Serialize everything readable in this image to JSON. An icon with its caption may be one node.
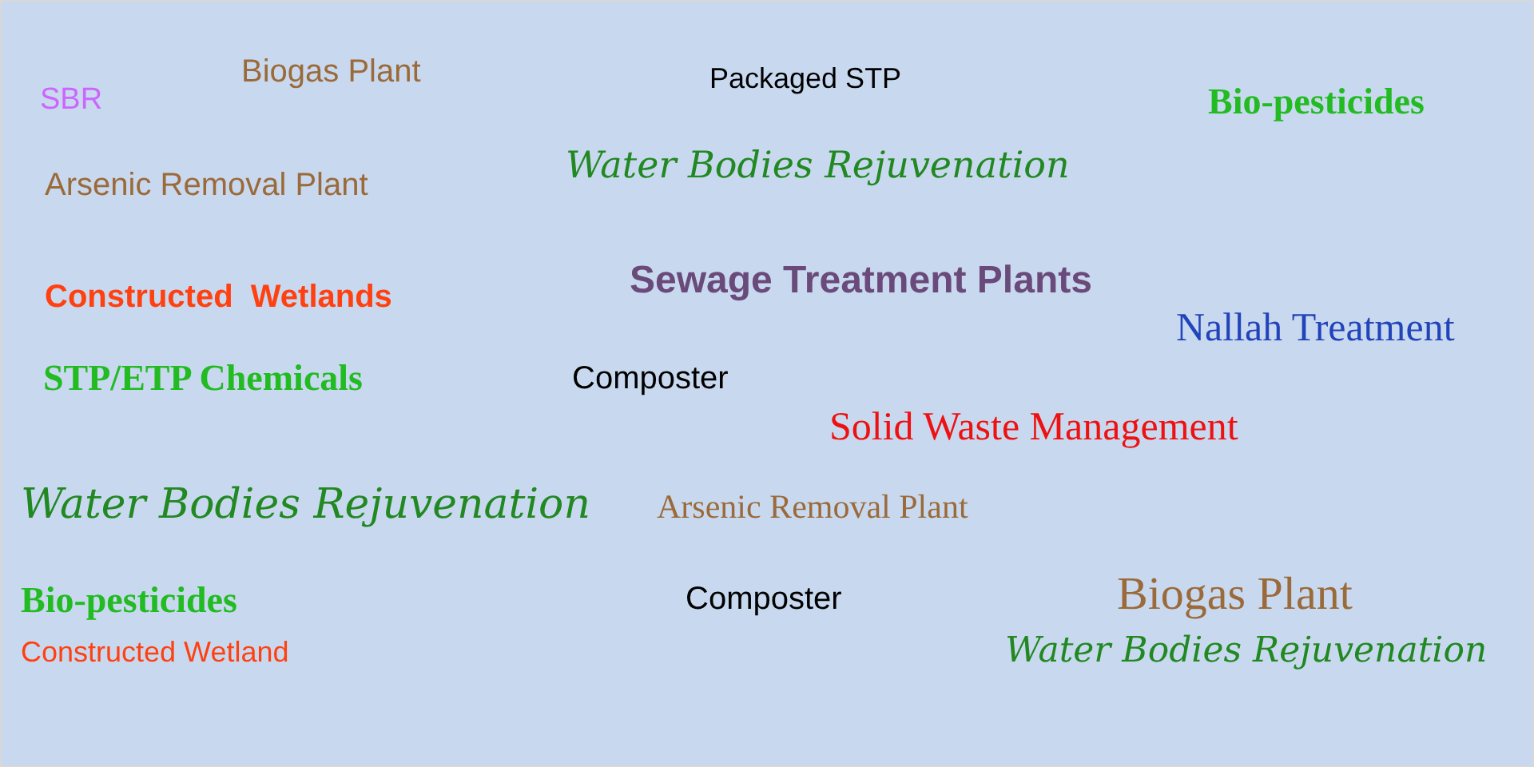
{
  "diagram": {
    "labels": [
      "Biogas Plant",
      "Packaged STP",
      "SBR",
      "Bio-pesticides",
      "Water Bodies Rejuvenation",
      "Arsenic Removal Plant",
      "Sewage Treatment Plants",
      "Constructed  Wetlands",
      "Nallah Treatment",
      "STP/ETP Chemicals",
      "Composter",
      "Solid Waste Management",
      "Water Bodies Rejuvenation",
      "Arsenic Removal Plant",
      "Bio-pesticides",
      "Composter",
      "Biogas Plant",
      "Constructed Wetland",
      "Water Bodies Rejuvenation"
    ]
  }
}
